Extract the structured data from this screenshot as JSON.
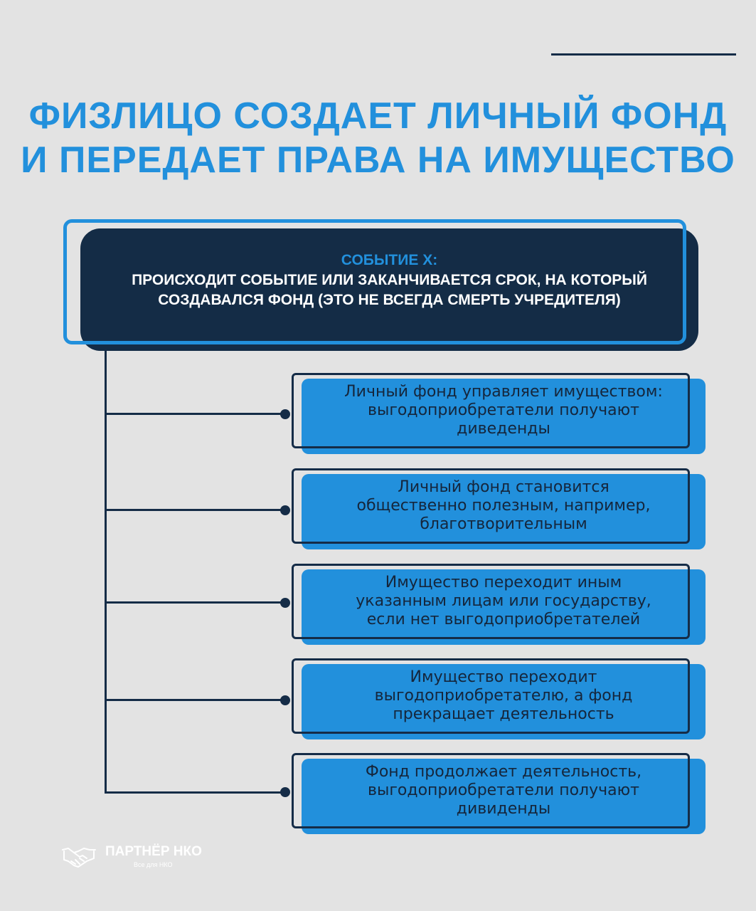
{
  "title": {
    "line1": "ФИЗЛИЦО СОЗДАЕТ ЛИЧНЫЙ ФОНД",
    "line2": "И ПЕРЕДАЕТ ПРАВА НА ИМУЩЕСТВО"
  },
  "event": {
    "label": "СОБЫТИЕ Х:",
    "line1": "ПРОИСХОДИТ СОБЫТИЕ ИЛИ ЗАКАНЧИВАЕТСЯ СРОК, НА КОТОРЫЙ",
    "line2": "СОЗДАВАЛСЯ ФОНД  (ЭТО НЕ ВСЕГДА СМЕРТЬ УЧРЕДИТЕЛЯ)"
  },
  "outcomes": [
    {
      "line1": "Личный фонд управляет имуществом:",
      "line2": "выгодоприобретатели получают",
      "line3": "диведенды"
    },
    {
      "line1": "Личный фонд становится",
      "line2": "общественно полезным, например,",
      "line3": "благотворительным"
    },
    {
      "line1": "Имущество переходит иным",
      "line2": "указанным лицам или государству,",
      "line3": "если нет выгодоприобретателей"
    },
    {
      "line1": "Имущество переходит",
      "line2": "выгодоприобретателю, а фонд",
      "line3": "прекращает деятельность"
    },
    {
      "line1": "Фонд продолжает деятельность,",
      "line2": "выгодоприобретатели получают",
      "line3": "дивиденды"
    }
  ],
  "logo": {
    "icon": "handshake-icon",
    "name": "ПАРТНЁР НКО",
    "tagline": "Все для НКО"
  },
  "colors": {
    "background": "#e3e3e3",
    "accent_blue": "#2290dc",
    "navy": "#142c46"
  }
}
